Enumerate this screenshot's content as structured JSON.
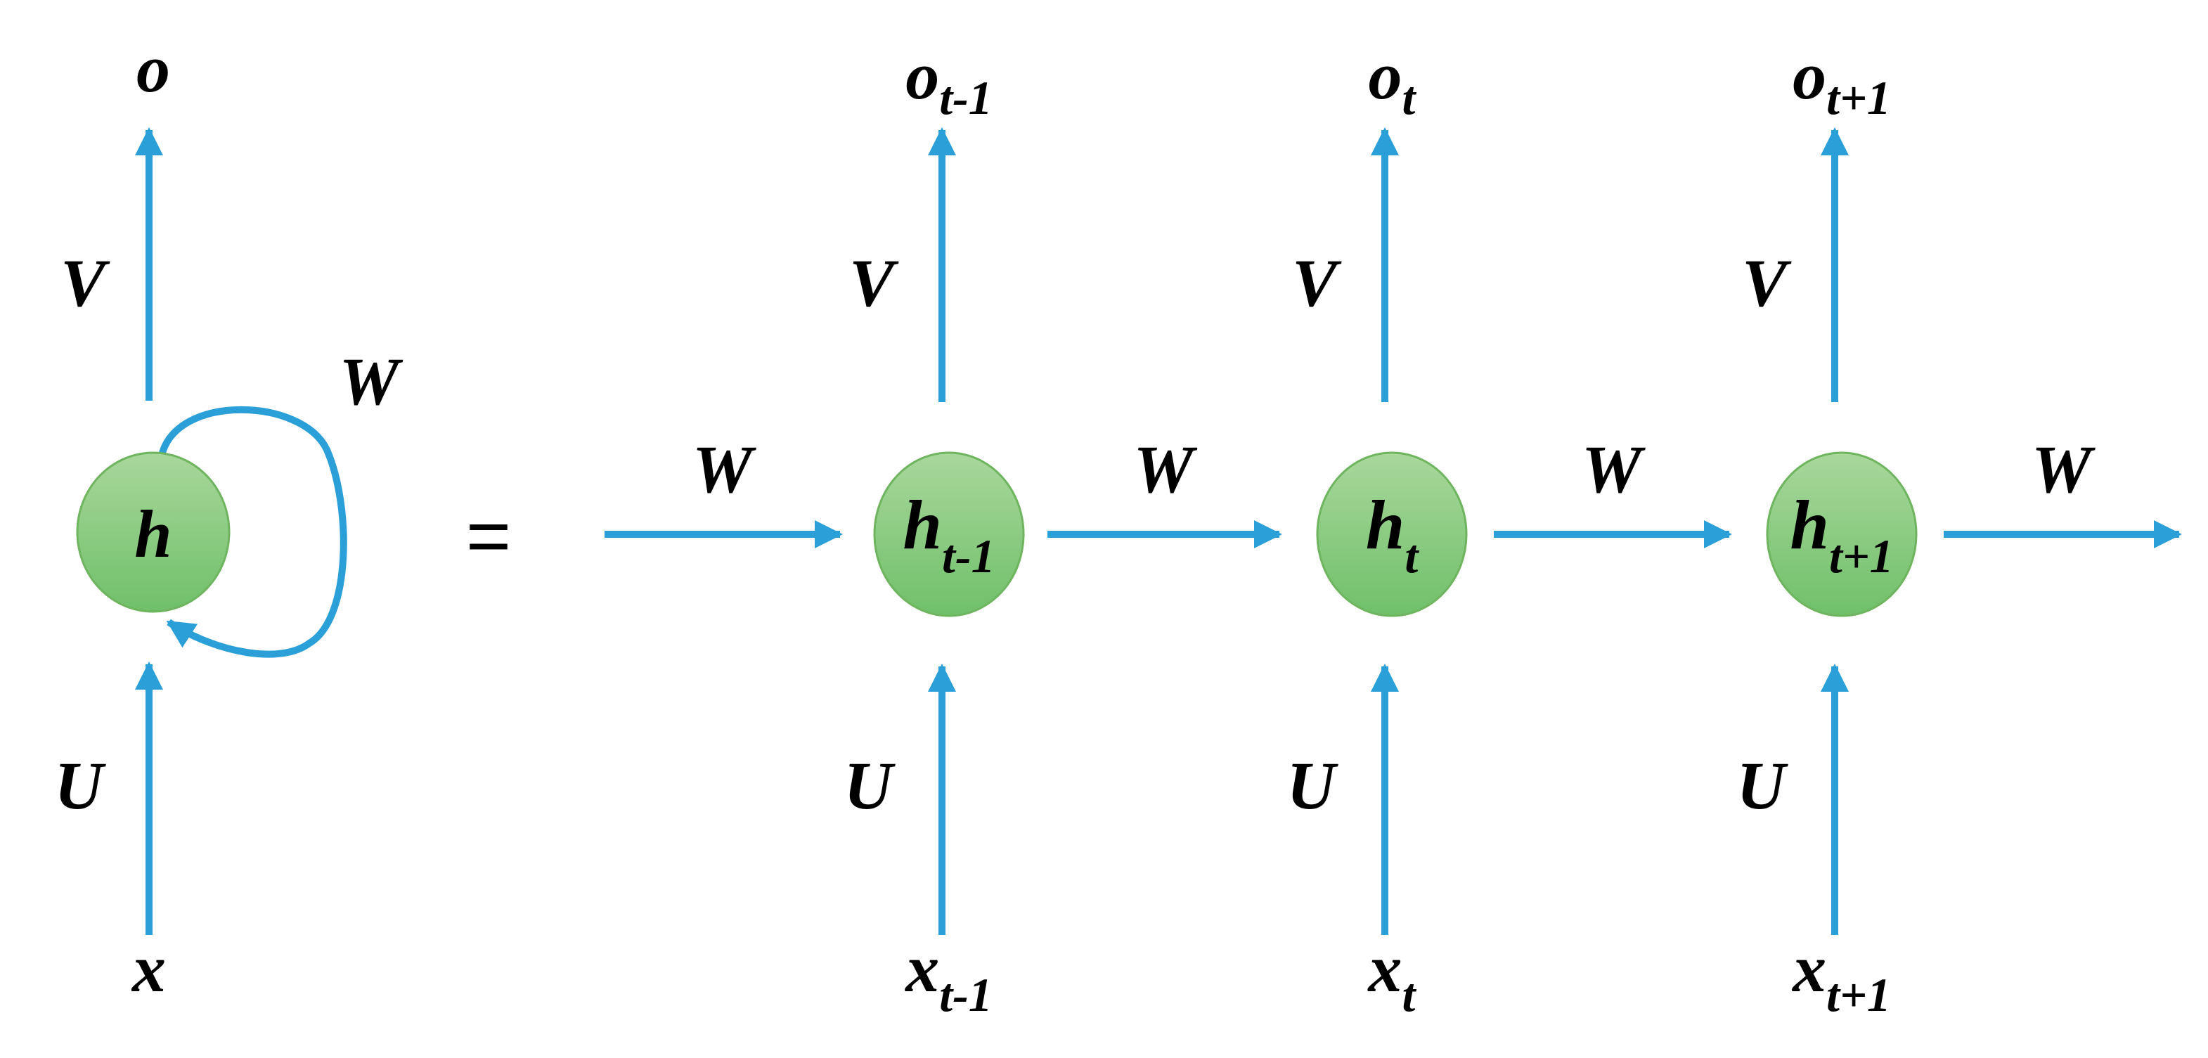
{
  "colors": {
    "arrow": "#2a9fd8",
    "node_fill_top": "#a9d79b",
    "node_fill_bottom": "#6fc06a",
    "node_stroke": "#6fb45f"
  },
  "folded": {
    "node": {
      "base": "h",
      "sub": ""
    },
    "output": {
      "base": "o",
      "sub": ""
    },
    "input": {
      "base": "x",
      "sub": ""
    },
    "weight_out": "V",
    "weight_in": "U",
    "weight_recurrent": "W"
  },
  "equals": "=",
  "unfolded": {
    "steps": [
      {
        "node": {
          "base": "h",
          "sub": "t-1"
        },
        "output": {
          "base": "o",
          "sub": "t-1"
        },
        "input": {
          "base": "x",
          "sub": "t-1"
        },
        "weight_out": "V",
        "weight_in": "U"
      },
      {
        "node": {
          "base": "h",
          "sub": "t"
        },
        "output": {
          "base": "o",
          "sub": "t"
        },
        "input": {
          "base": "x",
          "sub": "t"
        },
        "weight_out": "V",
        "weight_in": "U"
      },
      {
        "node": {
          "base": "h",
          "sub": "t+1"
        },
        "output": {
          "base": "o",
          "sub": "t+1"
        },
        "input": {
          "base": "x",
          "sub": "t+1"
        },
        "weight_out": "V",
        "weight_in": "U"
      }
    ],
    "transitions": [
      "W",
      "W",
      "W",
      "W"
    ]
  }
}
